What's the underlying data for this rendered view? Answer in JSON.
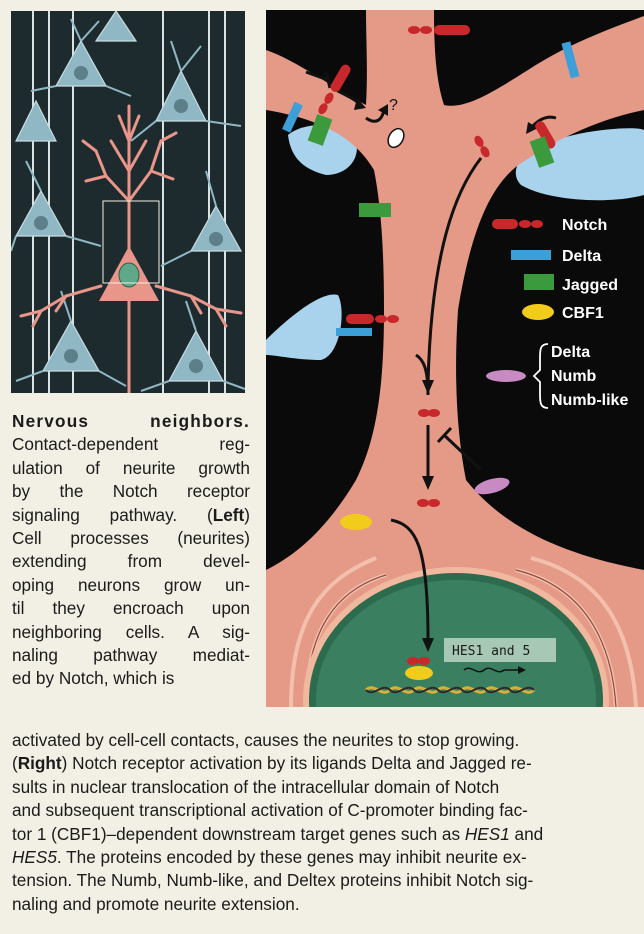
{
  "caption": {
    "title": "Nervous neighbors.",
    "lines_narrow": [
      "Contact-dependent reg-",
      "ulation of neurite growth",
      "by the Notch receptor",
      "signaling pathway. (",
      "Left",
      ")",
      "Cell processes (neurites)",
      "extending from devel-",
      "oping neurons grow un-",
      "til they encroach upon",
      "neighboring cells. A sig-",
      "naling pathway mediat-",
      "ed by Notch, which is"
    ],
    "wide_1": "activated by cell-cell contacts, causes the neurites to stop growing.",
    "wide_2_bold": "Right",
    "wide_2_rest": ") Notch receptor activation by its ligands Delta and Jagged re-",
    "wide_3": "sults in nuclear translocation of the intracellular domain of Notch",
    "wide_4": "and subsequent transcriptional activation of C-promoter binding fac-",
    "wide_5_a": "tor 1 (CBF1)–dependent downstream target genes such as ",
    "wide_5_em": "HES1",
    "wide_5_b": " and",
    "wide_6_em": "HES5",
    "wide_6_rest": ". The proteins encoded by these genes may inhibit neurite ex-",
    "wide_7": "tension. The Numb, Numb-like, and Deltex proteins inhibit Notch sig-",
    "wide_8": "naling and promote neurite extension."
  },
  "diagram": {
    "question_mark": "?",
    "gene_label": "HES1 and 5",
    "legend": {
      "notch": "Notch",
      "delta": "Delta",
      "jagged": "Jagged",
      "cbf1": "CBF1",
      "inhibitors": [
        "Delta",
        "Numb",
        "Numb-like"
      ]
    }
  },
  "colors": {
    "neuron_left": "#e8958a",
    "neighbor_cells": "#8fb7c4",
    "cell_body": "#e49a86",
    "neighbor_blue": "#a9d3ec",
    "notch": "#c8282c",
    "delta": "#3d9fd8",
    "jagged": "#3a9a3c",
    "cbf1": "#f2cc1a",
    "inhibitor": "#c88ac2",
    "nucleus": "#2d6b4e"
  }
}
